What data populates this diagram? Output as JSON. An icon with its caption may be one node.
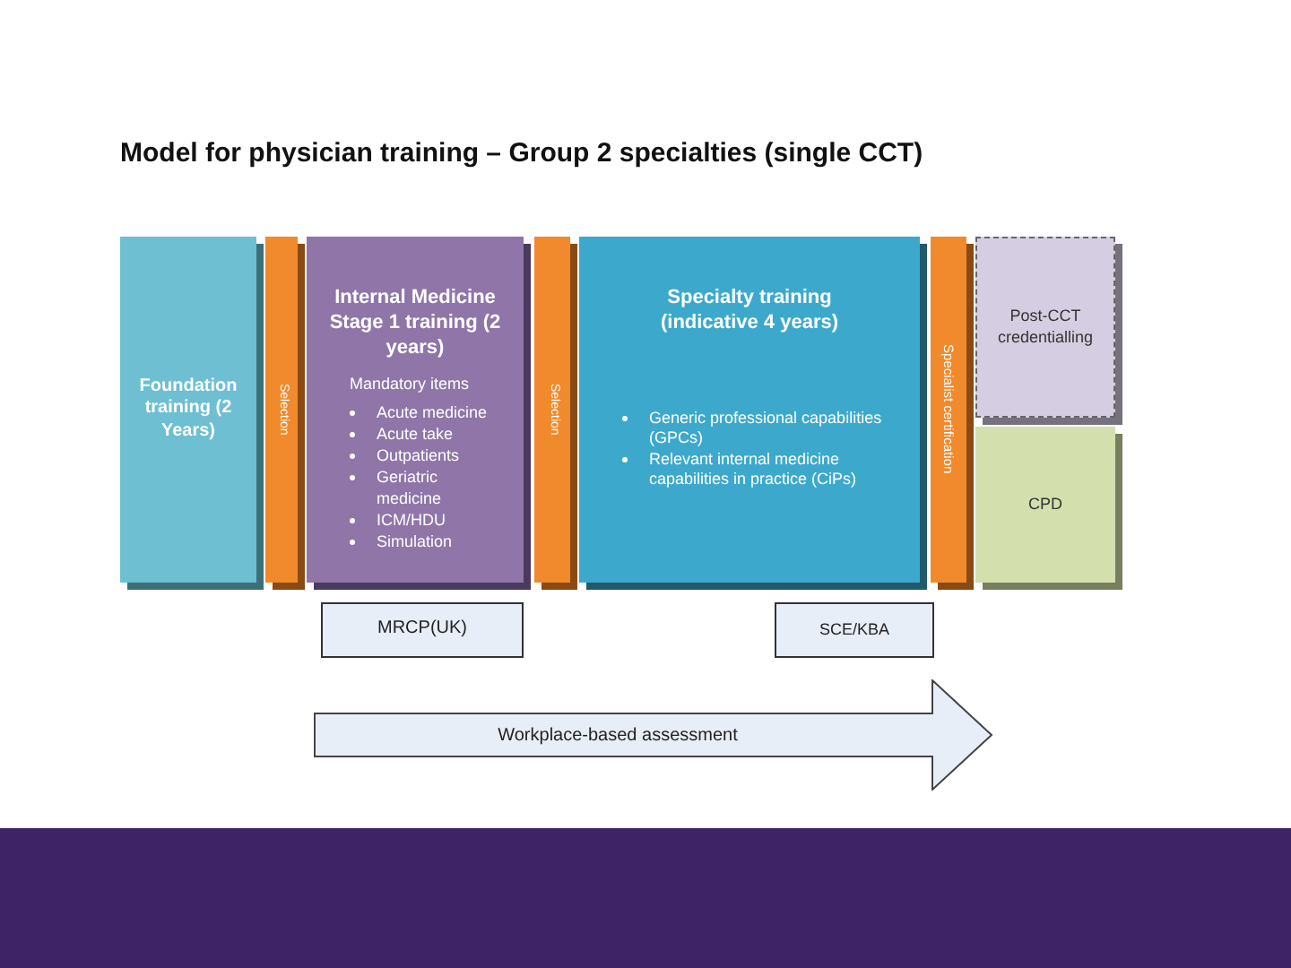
{
  "diagram": {
    "title": "Model for physician training – Group 2 specialties (single CCT)",
    "nodes": [
      {
        "text": [
          "Foundation training (2 Years)"
        ]
      },
      {
        "text": [
          "Selection"
        ]
      },
      {
        "text": [
          "Internal Medicine Stage 1 training (2 years)",
          "Mandatory items",
          "Acute medicine",
          "Acute take",
          "Outpatients",
          "Geriatric medicine",
          "ICM/HDU",
          "Simulation"
        ]
      },
      {
        "text": [
          "Selection"
        ]
      },
      {
        "text": [
          "Specialty training",
          "(indicative 4 years)",
          "Generic professional capabilities (GPCs)",
          "Relevant internal medicine capabilities in practice (CiPs)"
        ]
      },
      {
        "text": [
          "Specialist certification"
        ]
      },
      {
        "text": [
          "Post-CCT credentialling"
        ]
      },
      {
        "text": [
          "CPD"
        ]
      },
      {
        "text": [
          "MRCP(UK)"
        ]
      },
      {
        "text": [
          "SCE/KBA"
        ]
      },
      {
        "text": [
          "Workplace-based assessment"
        ]
      }
    ]
  }
}
